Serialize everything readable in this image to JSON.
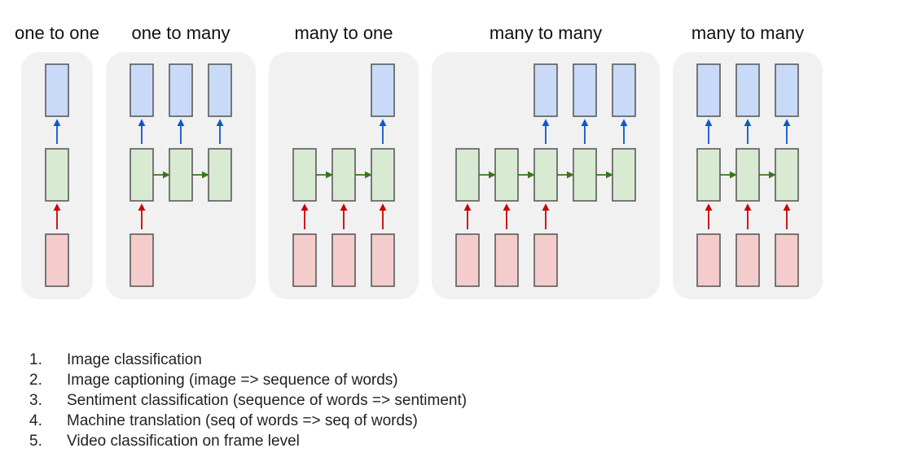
{
  "panels": [
    {
      "title": "one to one",
      "columns": [
        {
          "input": true,
          "hidden": true,
          "output": true
        }
      ]
    },
    {
      "title": "one to many",
      "columns": [
        {
          "input": true,
          "hidden": true,
          "output": true
        },
        {
          "input": false,
          "hidden": true,
          "output": true
        },
        {
          "input": false,
          "hidden": true,
          "output": true
        }
      ]
    },
    {
      "title": "many to one",
      "columns": [
        {
          "input": true,
          "hidden": true,
          "output": false
        },
        {
          "input": true,
          "hidden": true,
          "output": false
        },
        {
          "input": true,
          "hidden": true,
          "output": true
        }
      ]
    },
    {
      "title": "many to many",
      "columns": [
        {
          "input": true,
          "hidden": true,
          "output": false
        },
        {
          "input": true,
          "hidden": true,
          "output": false
        },
        {
          "input": true,
          "hidden": true,
          "output": true
        },
        {
          "input": false,
          "hidden": true,
          "output": true
        },
        {
          "input": false,
          "hidden": true,
          "output": true
        }
      ]
    },
    {
      "title": "many to many",
      "columns": [
        {
          "input": true,
          "hidden": true,
          "output": true
        },
        {
          "input": true,
          "hidden": true,
          "output": true
        },
        {
          "input": true,
          "hidden": true,
          "output": true
        }
      ]
    }
  ],
  "colors": {
    "input_box": "#f4cccc",
    "hidden_box": "#d9ead3",
    "output_box": "#c9daf8",
    "input_arrow": "#cc0000",
    "hidden_arrow": "#38761d",
    "output_arrow": "#1155cc",
    "panel_background": "#f1f1f1"
  },
  "legend": [
    {
      "number": "1.",
      "text": "Image classification"
    },
    {
      "number": "2.",
      "text": "Image captioning (image => sequence of words)"
    },
    {
      "number": "3.",
      "text": "Sentiment classification (sequence of words => sentiment)"
    },
    {
      "number": "4.",
      "text": "Machine translation (seq of words => seq of words)"
    },
    {
      "number": "5.",
      "text": "Video classification on frame level"
    }
  ]
}
